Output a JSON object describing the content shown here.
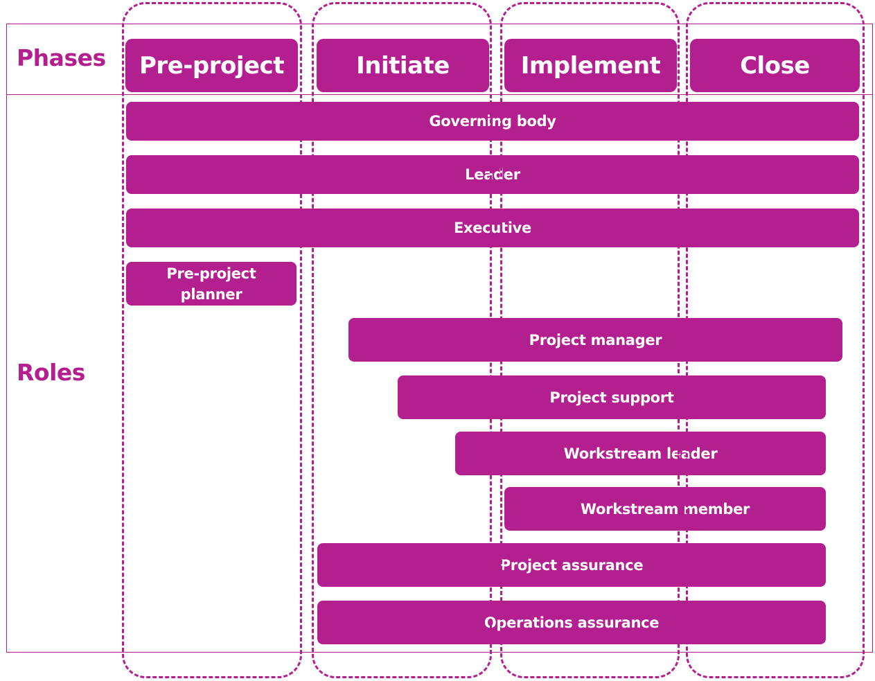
{
  "labels": {
    "phases": "Phases",
    "roles": "Roles"
  },
  "phases": [
    "Pre-project",
    "Initiate",
    "Implement",
    "Close"
  ],
  "roles": {
    "governing_body": "Governing body",
    "leader": "Leader",
    "executive": "Executive",
    "pre_project_planner": "Pre-project planner",
    "project_manager": "Project manager",
    "project_support": "Project support",
    "workstream_leader": "Workstream leader",
    "workstream_member": "Workstream member",
    "project_assurance": "Project assurance",
    "operations_assurance": "Operations assurance"
  },
  "colors": {
    "accent": "#b41f90",
    "text_on_accent": "#ffffff",
    "background": "#ffffff"
  }
}
